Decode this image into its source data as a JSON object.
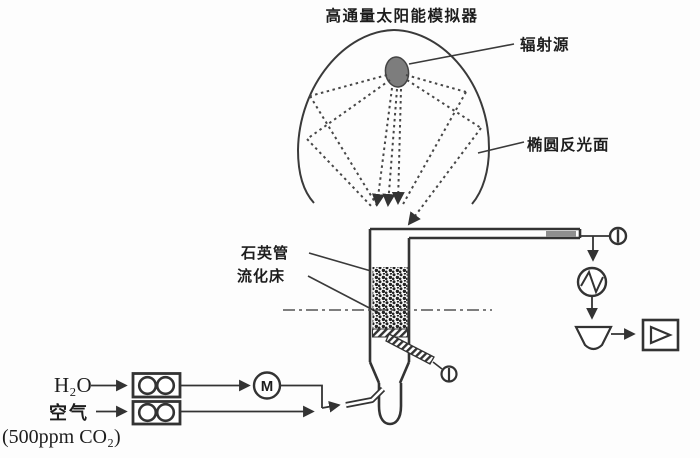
{
  "diagram": {
    "title": "高通量太阳能模拟器",
    "labels": {
      "radiation_source": "辐射源",
      "ellipse_reflector": "椭圆反光面",
      "quartz_tube": "石英管",
      "fluidized_bed": "流化床",
      "h2o": "H₂O",
      "air": "空气",
      "air_note": "(500ppm CO₂)",
      "mixer": "M"
    },
    "colors": {
      "line": "#3a3a3a",
      "source_fill": "#7d7d7d",
      "pipe_plug": "#8f8f8f",
      "background": "#ffffff"
    }
  }
}
